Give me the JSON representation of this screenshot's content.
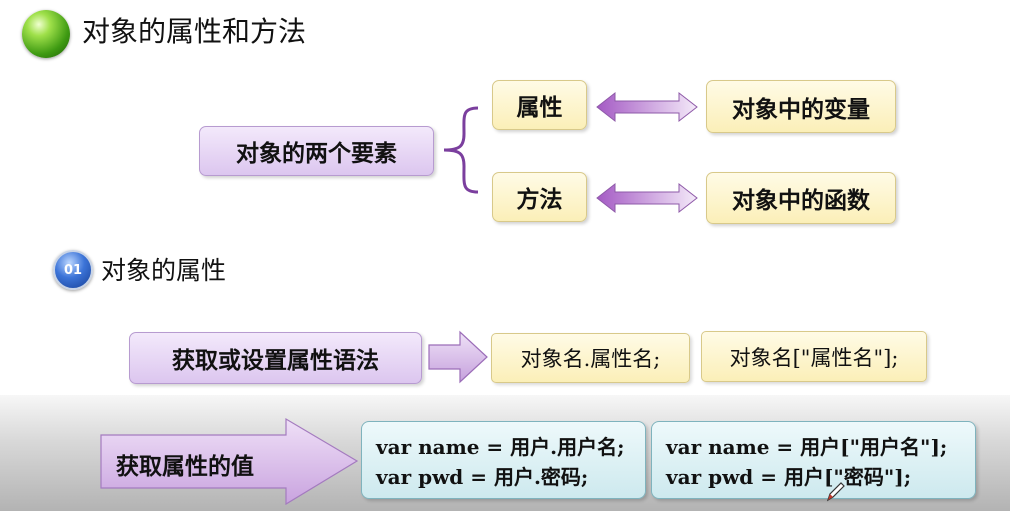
{
  "title": "对象的属性和方法",
  "elements_box": "对象的两个要素",
  "property": "属性",
  "method": "方法",
  "property_desc": "对象中的变量",
  "method_desc": "对象中的函数",
  "section": {
    "number": "01",
    "title": "对象的属性"
  },
  "syntax": {
    "label": "获取或设置属性语法",
    "form1": "对象名.属性名;",
    "form2": "对象名[\"属性名\"];"
  },
  "get_value": {
    "label": "获取属性的值",
    "example1": {
      "line1": "var name = 用户.用户名;",
      "line2": "var pwd = 用户.密码;"
    },
    "example2": {
      "line1": "var name = 用户[\"用户名\"];",
      "line2": "var pwd = 用户[\"密码\"];"
    }
  },
  "colors": {
    "purple_fill": "#dcc6ef",
    "yellow_fill": "#fbefb8",
    "teal_fill": "#cde9ee",
    "bracket": "#7b3f9e"
  }
}
